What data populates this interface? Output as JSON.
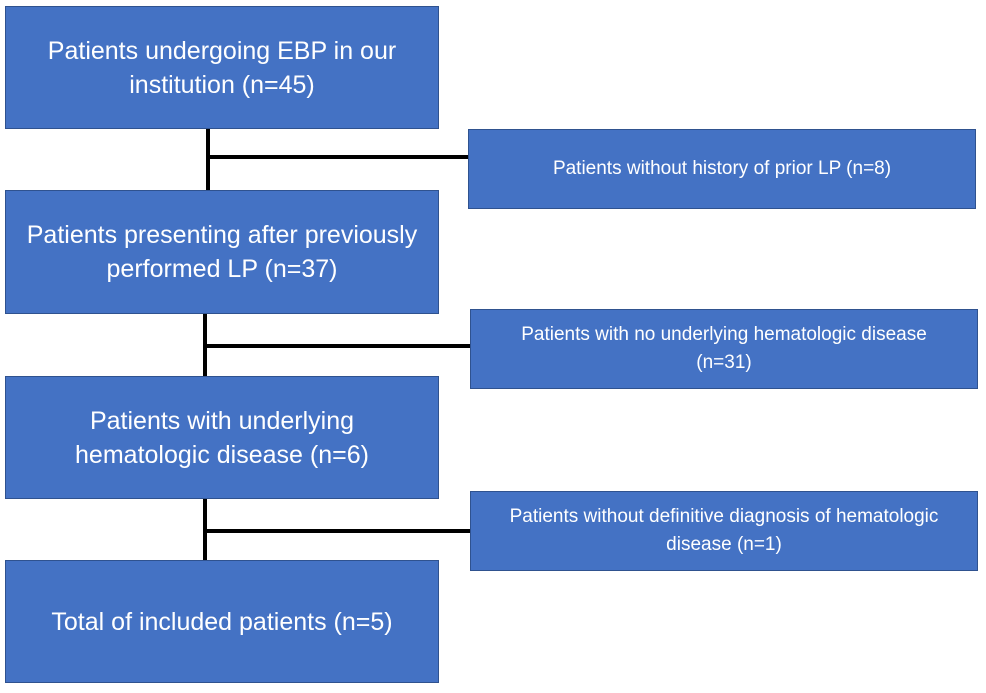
{
  "flowchart": {
    "main_steps": [
      {
        "label": "Patients undergoing EBP in our institution (n=45)"
      },
      {
        "label": "Patients presenting after previously performed LP (n=37)"
      },
      {
        "label": "Patients with underlying hematologic disease (n=6)"
      },
      {
        "label": "Total of included patients (n=5)"
      }
    ],
    "exclusions": [
      {
        "label": "Patients without history of prior LP (n=8)"
      },
      {
        "label": "Patients with no underlying hematologic disease  (n=31)"
      },
      {
        "label": "Patients without definitive diagnosis of hematologic disease (n=1)"
      }
    ],
    "colors": {
      "box_fill": "#4472c4",
      "box_border": "#2f528f",
      "text": "#ffffff",
      "connector": "#000000"
    }
  }
}
